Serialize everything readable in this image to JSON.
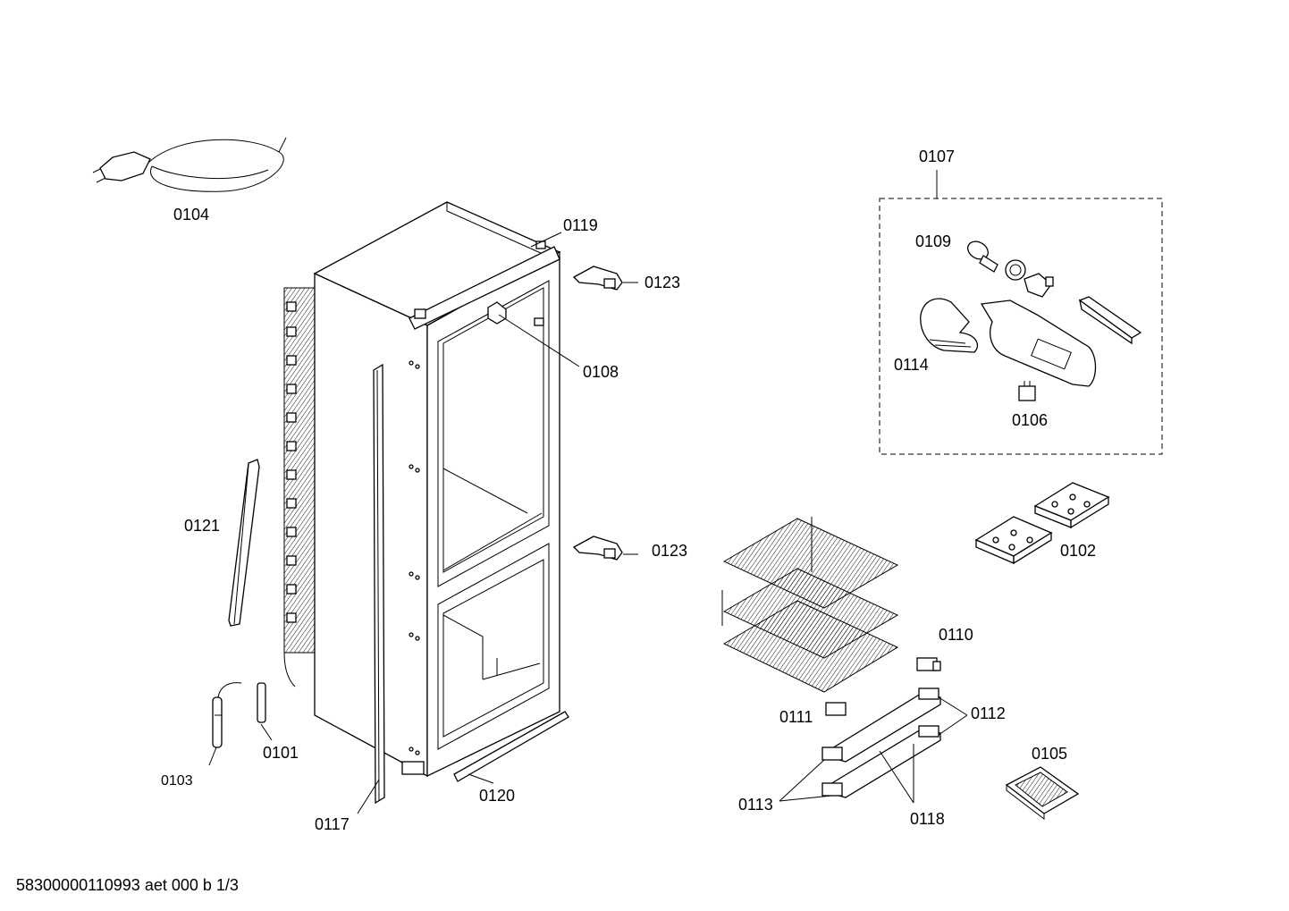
{
  "callouts": {
    "c0104": "0104",
    "c0119": "0119",
    "c0123_top": "0123",
    "c0108": "0108",
    "c0121": "0121",
    "c0123_mid": "0123",
    "c0101": "0101",
    "c0103": "0103",
    "c0117": "0117",
    "c0120": "0120",
    "c0107": "0107",
    "c0109": "0109",
    "c0114": "0114",
    "c0106": "0106",
    "c0102": "0102",
    "c0110": "0110",
    "c0111": "0111",
    "c0112": "0112",
    "c0105": "0105",
    "c0113": "0113",
    "c0118": "0118"
  },
  "footer": "58300000110993 aet 000 b 1/3"
}
